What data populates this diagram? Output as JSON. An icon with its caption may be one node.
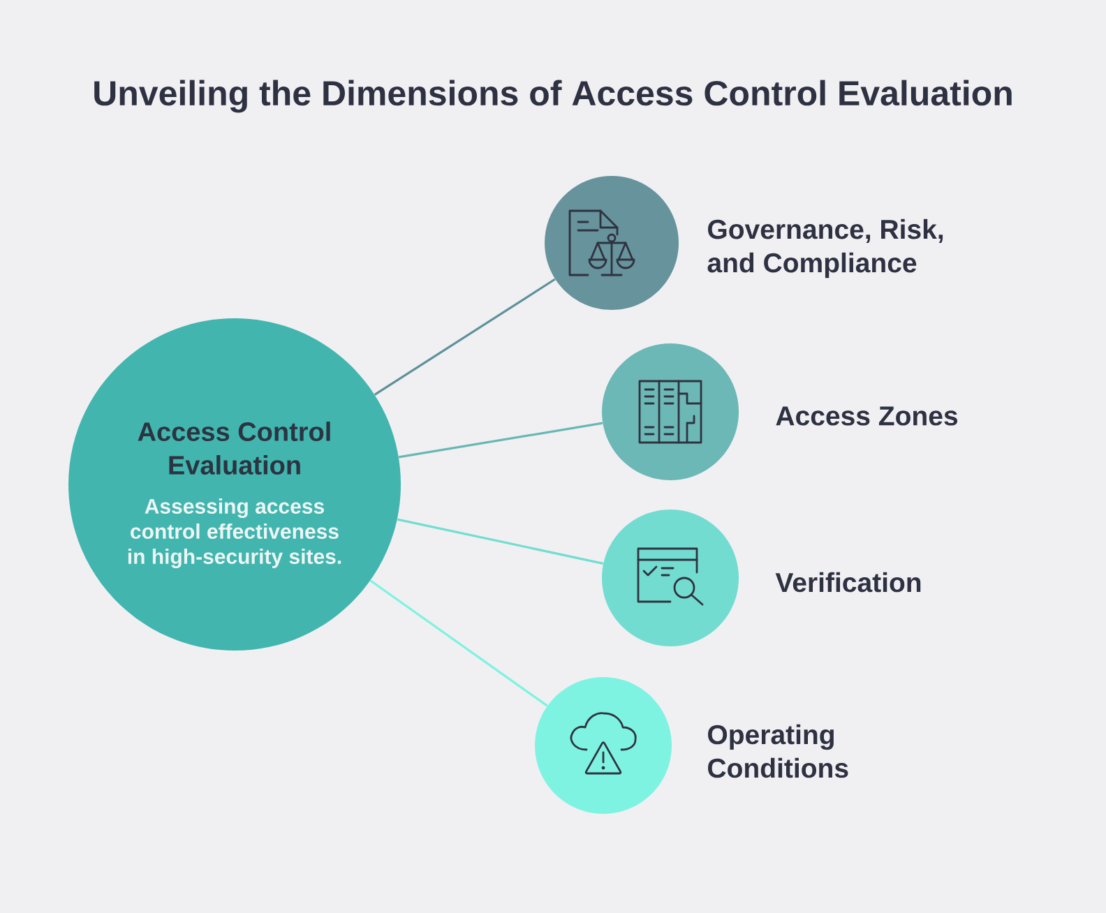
{
  "diagram": {
    "title": "Unveiling the Dimensions of Access Control Evaluation",
    "nodes": [
      {
        "text": [
          "Access Control Evaluation",
          "Assessing access control effectiveness in high-security sites."
        ]
      },
      {
        "text": [
          "Governance, Risk, and Compliance"
        ]
      },
      {
        "text": [
          "Access Zones"
        ]
      },
      {
        "text": [
          "Verification"
        ]
      },
      {
        "text": [
          "Operating Conditions"
        ]
      }
    ],
    "edges": [
      {
        "from": 0,
        "to": 1,
        "arrow": "none",
        "color": "#5d9199"
      },
      {
        "from": 0,
        "to": 2,
        "arrow": "none",
        "color": "#69b7b3"
      },
      {
        "from": 0,
        "to": 3,
        "arrow": "none",
        "color": "#73ddd0"
      },
      {
        "from": 0,
        "to": 4,
        "arrow": "none",
        "color": "#7ef2e0"
      }
    ]
  }
}
